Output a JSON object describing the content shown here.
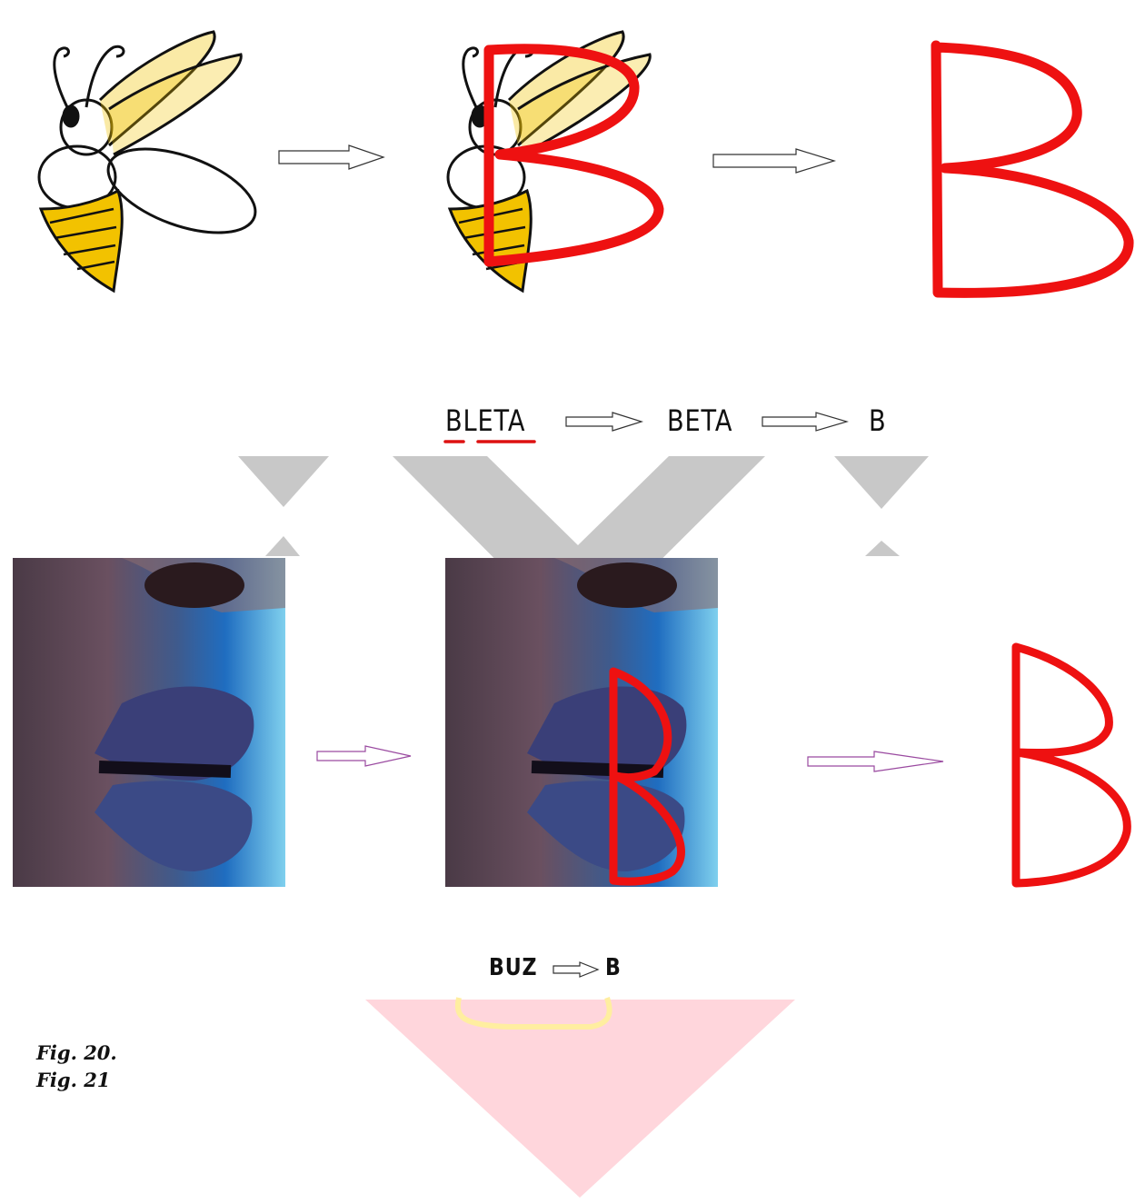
{
  "row1": {
    "words": [
      "BLETA",
      "BETA",
      "B"
    ]
  },
  "row2": {
    "words": [
      "BUZ",
      "B"
    ]
  },
  "captions": [
    "Fig. 20.",
    "Fig. 21"
  ],
  "colors": {
    "letter_red": "#ee1111",
    "watermark_gray": "#c8c8c8",
    "watermark_pink": "#ffd6dc",
    "bee_yellow": "#f2c200",
    "arrow_purple": "#9a4aa0"
  },
  "icons": [
    "bee-drawing",
    "lips-photo",
    "arrow-right-outline"
  ]
}
